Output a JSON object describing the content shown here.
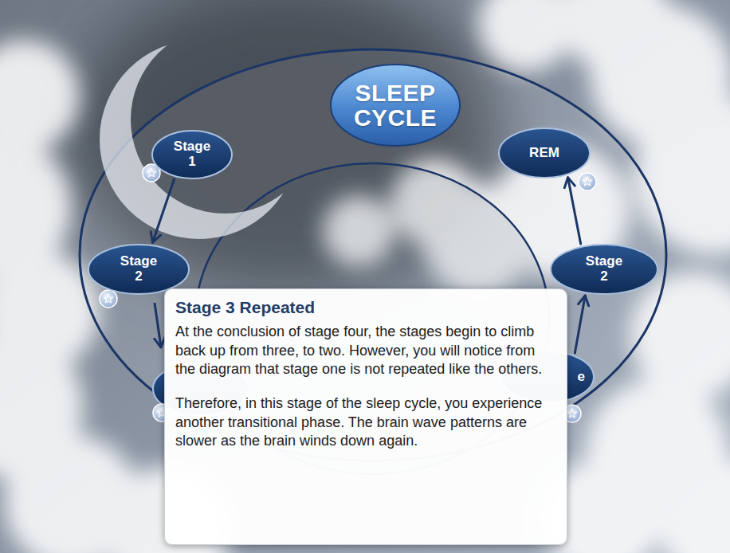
{
  "diagram": {
    "nodes": [
      {
        "text": [
          "SLEEP CYCLE"
        ]
      },
      {
        "text": [
          "Stage 1"
        ]
      },
      {
        "text": [
          "REM"
        ]
      },
      {
        "text": [
          "Stage 2"
        ]
      },
      {
        "text": [
          "Stage 2"
        ]
      },
      {
        "text": [
          "e"
        ]
      },
      {
        "text": [
          "Stage 3 Repeated",
          "At the conclusion of stage four, the stages begin to climb back up from three, to two. However, you will notice from the diagram that stage one is not repeated like the others.",
          "Therefore, in this stage of the sleep cycle, you experience another transitional phase. The brain wave patterns are slower as the brain winds down again."
        ]
      }
    ],
    "edges": [
      {
        "from": 1,
        "to": 3,
        "arrow": "to"
      },
      {
        "from": 5,
        "to": 4,
        "arrow": "to"
      },
      {
        "from": 4,
        "to": 2,
        "arrow": "to"
      }
    ]
  }
}
